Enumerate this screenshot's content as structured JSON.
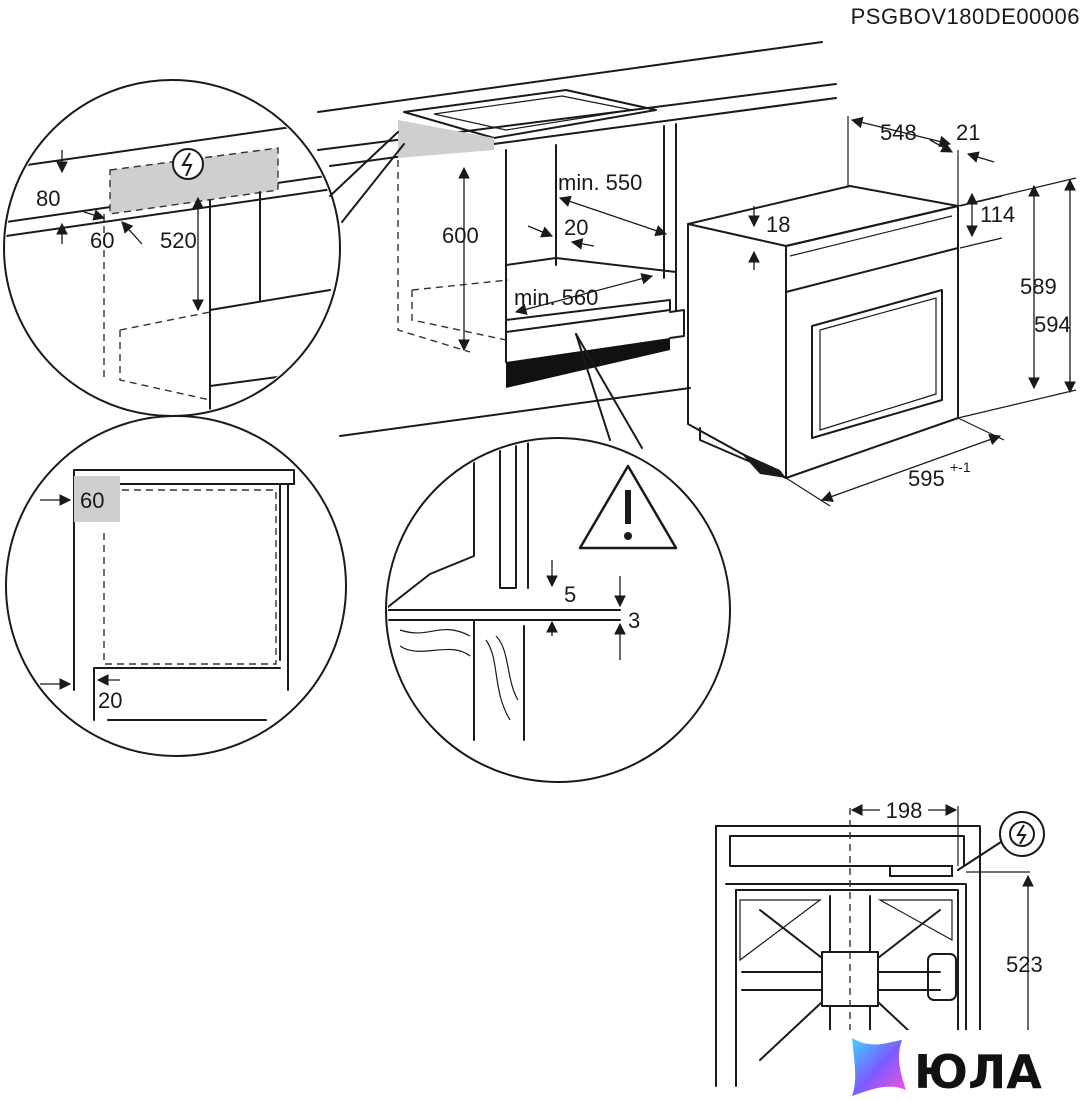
{
  "document_code": "PSGBOV180DE00006",
  "dimensions": {
    "hob_recess_height": "80",
    "hob_side_gap": "60",
    "hob_cutout_depth": "520",
    "cabinet_opening_height": "600",
    "cabinet_min_width": "min. 550",
    "cabinet_min_depth": "min. 560",
    "rear_gap": "20",
    "oven_depth": "548",
    "door_thickness": "21",
    "panel_thickness": "18",
    "control_panel_height": "114",
    "oven_body_height": "589",
    "oven_total_height": "594",
    "oven_width": "595",
    "oven_width_tolerance": "+-1",
    "side_clearance": "60",
    "base_clearance": "20",
    "shelf_gap": "5",
    "floor_gap": "3",
    "socket_offset_x": "198",
    "socket_height": "523"
  },
  "icons": [
    "electric-socket-icon",
    "warning-triangle-icon"
  ],
  "watermark": {
    "text": "ЮЛА",
    "gradient": [
      "#3fd3ff",
      "#7b5cff",
      "#ff4fd8"
    ]
  }
}
